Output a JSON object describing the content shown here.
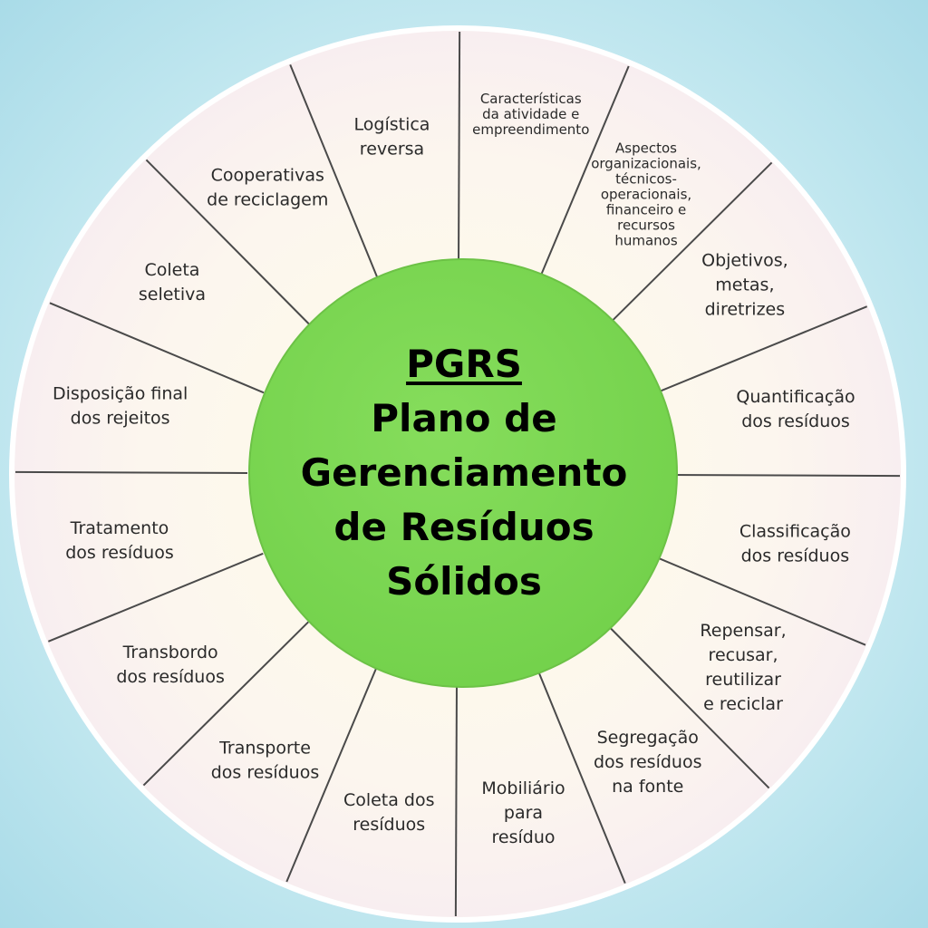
{
  "center": {
    "acronym": "PGRS",
    "lines": [
      "Plano de",
      "Gerenciamento",
      "de Resíduos",
      "Sólidos"
    ]
  },
  "segments": [
    {
      "id": "caracteristicas",
      "lines": [
        "Características",
        "da atividade e",
        "empreendimento"
      ]
    },
    {
      "id": "aspectos",
      "lines": [
        "Aspectos",
        "organizacionais,",
        "técnicos-",
        "operacionais,",
        "financeiro e",
        "recursos",
        "humanos"
      ]
    },
    {
      "id": "objetivos",
      "lines": [
        "Objetivos,",
        "metas,",
        "diretrizes"
      ]
    },
    {
      "id": "quantificacao",
      "lines": [
        "Quantificação",
        "dos resíduos"
      ]
    },
    {
      "id": "classificacao",
      "lines": [
        "Classificação",
        "dos resíduos"
      ]
    },
    {
      "id": "repensar",
      "lines": [
        "Repensar,",
        "recusar,",
        "reutilizar",
        "e reciclar"
      ]
    },
    {
      "id": "segregacao",
      "lines": [
        "Segregação",
        "dos resíduos",
        "na fonte"
      ]
    },
    {
      "id": "mobiliario",
      "lines": [
        "Mobiliário",
        "para",
        "resíduo"
      ]
    },
    {
      "id": "coleta-residuos",
      "lines": [
        "Coleta dos",
        "resíduos"
      ]
    },
    {
      "id": "transporte",
      "lines": [
        "Transporte",
        "dos resíduos"
      ]
    },
    {
      "id": "transbordo",
      "lines": [
        "Transbordo",
        "dos resíduos"
      ]
    },
    {
      "id": "tratamento",
      "lines": [
        "Tratamento",
        "dos resíduos"
      ]
    },
    {
      "id": "disposicao",
      "lines": [
        "Disposição final",
        "dos rejeitos"
      ]
    },
    {
      "id": "coleta-seletiva",
      "lines": [
        "Coleta",
        "seletiva"
      ]
    },
    {
      "id": "cooperativas",
      "lines": [
        "Cooperativas",
        "de reciclagem"
      ]
    },
    {
      "id": "logistica",
      "lines": [
        "Logística",
        "reversa"
      ]
    }
  ],
  "colors": {
    "background": "#c7eaf1",
    "wheel_fill": "#fdf8ef",
    "wheel_stroke": "#ffffff",
    "divider": "#4a4a4a",
    "center_fill": "#7dd855",
    "text": "#2a2a2a"
  }
}
